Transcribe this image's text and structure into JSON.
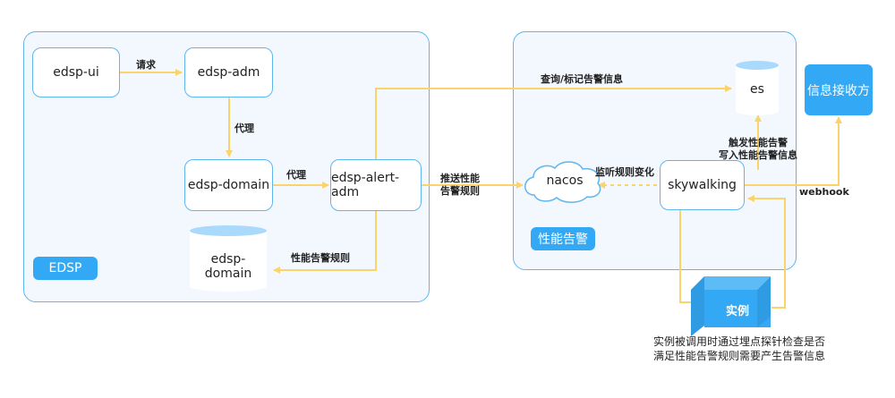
{
  "groups": {
    "edsp": {
      "badge": "EDSP"
    },
    "perf": {
      "badge": "性能告警"
    }
  },
  "nodes": {
    "edsp_ui": "edsp-ui",
    "edsp_adm": "edsp-adm",
    "edsp_domain": "edsp-domain",
    "edsp_alert_adm": "edsp-alert-adm",
    "edsp_domain_db": "edsp-domain",
    "nacos": "nacos",
    "skywalking": "skywalking",
    "es": "es",
    "receiver": "信息接收方",
    "instance": "实例"
  },
  "edges": {
    "request": "请求",
    "proxy1": "代理",
    "proxy2": "代理",
    "push_rules_1": "推送性能",
    "push_rules_2": "告警规则",
    "perf_rules": "性能告警规则",
    "query_mark": "查询/标记告警信息",
    "listen_change": "监听规则变化",
    "trigger_1": "触发性能告警",
    "trigger_2": "写入性能告警信息",
    "webhook": "webhook"
  },
  "notes": {
    "instance_1": "实例被调用时通过埋点探针检查是否",
    "instance_2": "满足性能告警规则需要产生告警信息"
  },
  "colors": {
    "border": "#5fb6ee",
    "accent": "#33a8f4",
    "arrow": "#fbd36b",
    "group_bg": "#f3f8fe"
  }
}
